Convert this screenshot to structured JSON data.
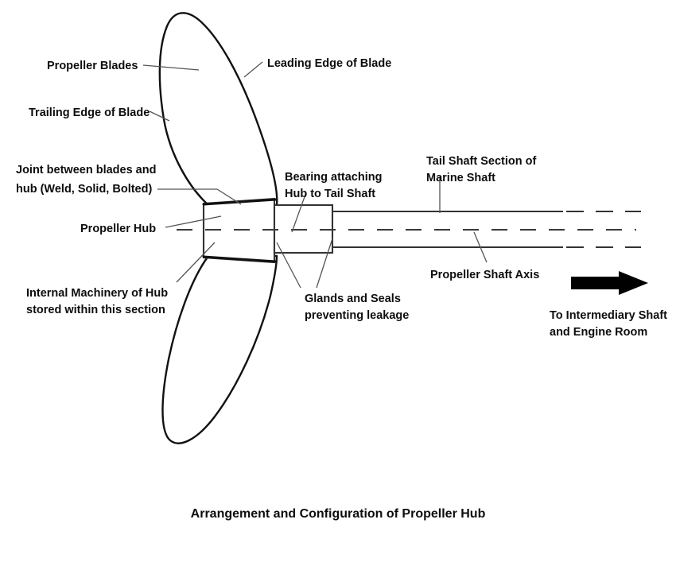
{
  "figure": {
    "title": "Arrangement and Configuration of Propeller Hub",
    "background_color": "#ffffff",
    "line_color": "#111111",
    "text_color": "#0d0d0d"
  },
  "labels": {
    "propeller_blades": "Propeller Blades",
    "leading_edge": "Leading Edge of Blade",
    "trailing_edge": "Trailing Edge of Blade",
    "joint_line1": "Joint between blades and",
    "joint_line2": "hub (Weld, Solid, Bolted)",
    "bearing_line1": "Bearing attaching",
    "bearing_line2": "Hub to Tail Shaft",
    "tail_shaft_line1": "Tail Shaft Section of",
    "tail_shaft_line2": "Marine Shaft",
    "propeller_hub": "Propeller Hub",
    "internal_machinery_line1": "Internal Machinery of Hub",
    "internal_machinery_line2": "stored within this section",
    "glands_line1": "Glands and Seals",
    "glands_line2": "preventing leakage",
    "propeller_shaft_axis": "Propeller Shaft Axis",
    "to_intermediary_line1": "To Intermediary Shaft",
    "to_intermediary_line2": "and Engine Room"
  },
  "icons": {
    "direction_arrow": "right-arrow-icon"
  }
}
